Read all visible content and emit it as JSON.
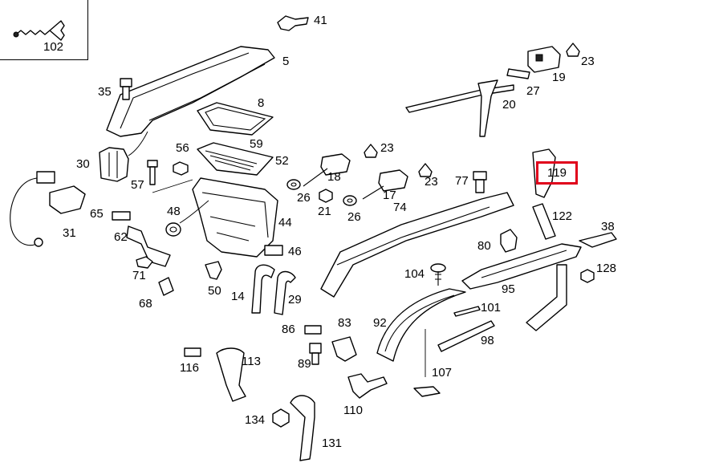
{
  "highlight": {
    "label": "119",
    "color": "#e0001b"
  },
  "labels": [
    "102",
    "41",
    "5",
    "23",
    "19",
    "27",
    "20",
    "35",
    "8",
    "30",
    "56",
    "59",
    "52",
    "57",
    "18",
    "23",
    "17",
    "23",
    "77",
    "119",
    "26",
    "21",
    "26",
    "74",
    "122",
    "38",
    "48",
    "65",
    "44",
    "31",
    "62",
    "46",
    "80",
    "104",
    "128",
    "71",
    "50",
    "14",
    "29",
    "95",
    "68",
    "101",
    "92",
    "86",
    "83",
    "98",
    "113",
    "116",
    "89",
    "107",
    "110",
    "134",
    "131"
  ]
}
